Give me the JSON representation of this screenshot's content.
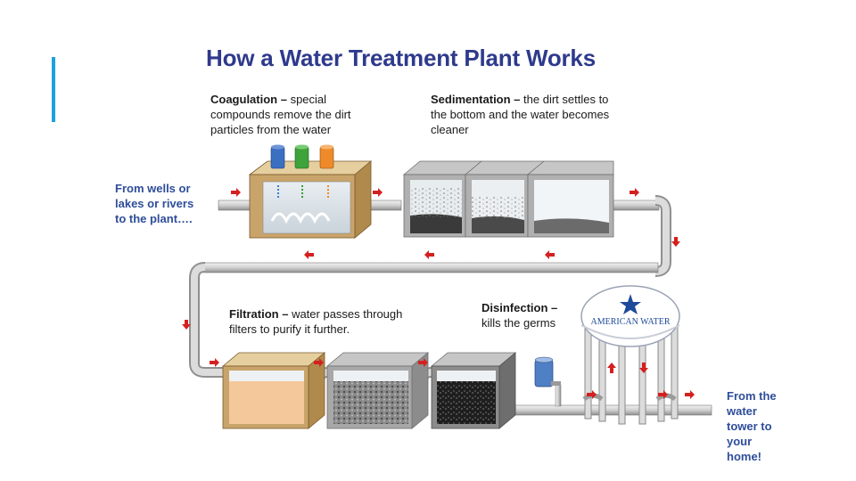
{
  "title": "How a  Water Treatment Plant Works",
  "steps": {
    "coagulation": {
      "name": "Coagulation –",
      "desc_line1": " special",
      "desc_line2": "compounds remove the dirt",
      "desc_line3": "particles from the water"
    },
    "sedimentation": {
      "name": "Sedimentation –",
      "desc_line1": " the dirt settles to",
      "desc_line2": "the bottom and the water becomes",
      "desc_line3": "cleaner"
    },
    "filtration": {
      "name": "Filtration –",
      "desc_line1": " water passes through",
      "desc_line2": "filters to purify it further."
    },
    "disinfection": {
      "name": "Disinfection –",
      "desc_line1": "kills the germs"
    }
  },
  "source_label": {
    "line1": "From wells or",
    "line2": "lakes or rivers",
    "line3": "to the plant…."
  },
  "destination_label": {
    "line1": "From the",
    "line2": "water",
    "line3": "tower to",
    "line4": "your",
    "line5": "home!"
  },
  "tower_logo": "AMERICAN WATER",
  "colors": {
    "title": "#2e3a8c",
    "label_blue": "#2e4d9a",
    "accent": "#1ba1e2",
    "arrow": "#d42020",
    "tank_wood": "#c9a46a",
    "pipe": "#d6d6d6"
  }
}
